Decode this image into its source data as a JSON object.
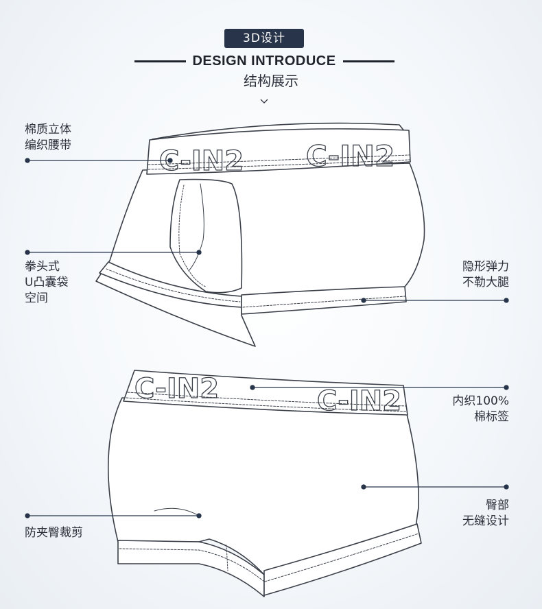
{
  "header": {
    "badge": "3D设计",
    "title": "DESIGN  INTRODUCE",
    "subtitle": "结构展示",
    "chevron_icon": "chevron-down-icon"
  },
  "brand": {
    "waistband_text": "C-IN2"
  },
  "callouts": {
    "waistband": [
      "棉质立体",
      "编织腰带"
    ],
    "pouch": [
      "拳头式",
      "U凸囊袋",
      "空间"
    ],
    "leg": [
      "隐形弹力",
      "不勒大腿"
    ],
    "label": [
      "内织100%",
      "棉标签"
    ],
    "seat": [
      "臀部",
      "无缝设计"
    ],
    "crotch": [
      "防夹臀裁剪"
    ]
  },
  "colors": {
    "badge_bg": "#27344a",
    "accent_line": "#27344a",
    "text": "#2a2f3a",
    "outline": "#3a3f48"
  }
}
